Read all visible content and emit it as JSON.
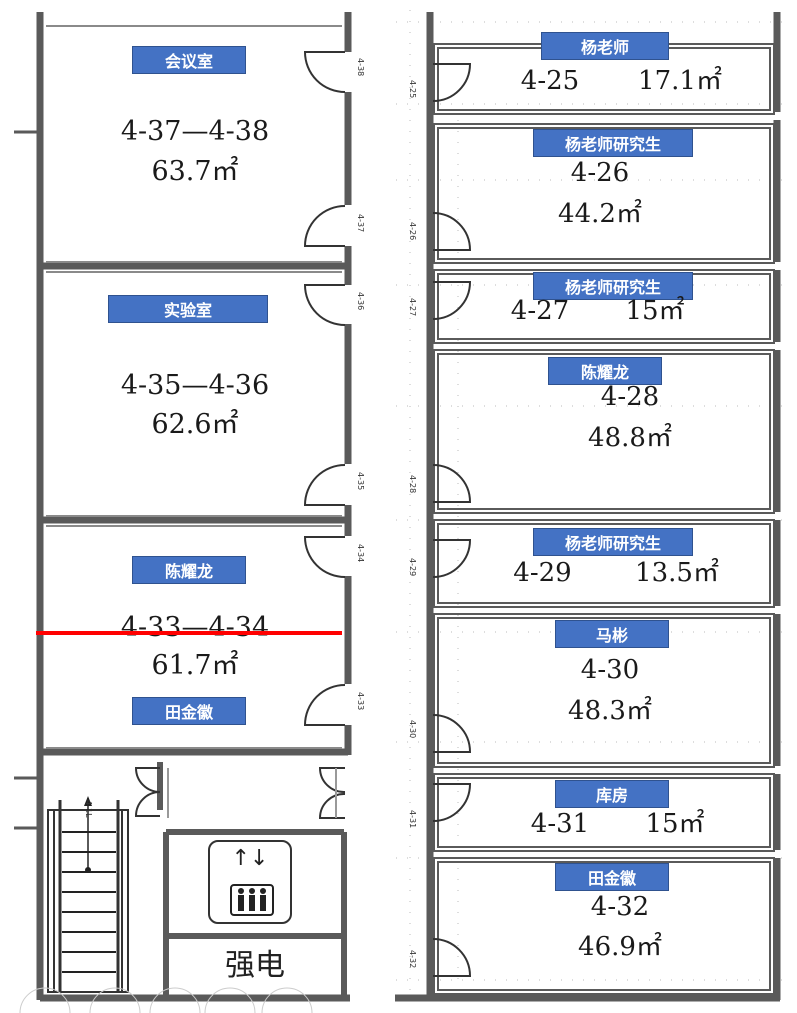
{
  "colors": {
    "wall": "#5a5a5a",
    "tag": "#4472c4",
    "red_line": "#ff0000"
  },
  "left_rooms": [
    {
      "tag": "会议室",
      "number": "4-37—4-38",
      "area": "63.7㎡",
      "door_marks": [
        "4-38",
        "4-37"
      ]
    },
    {
      "tag": "实验室",
      "number": "4-35—4-36",
      "area": "62.6㎡",
      "door_marks": [
        "4-36",
        "4-35"
      ]
    },
    {
      "tag": "陈耀龙",
      "tag2": "田金徽",
      "number": "4-33—4-34",
      "area": "61.7㎡",
      "door_marks": [
        "4-34",
        "4-33"
      ]
    }
  ],
  "right_rooms": [
    {
      "tag": "杨老师",
      "number": "4-25",
      "area": "17.1㎡",
      "door": "4-25"
    },
    {
      "tag": "杨老师研究生",
      "number": "4-26",
      "area": "44.2㎡",
      "door": "4-26"
    },
    {
      "tag": "杨老师研究生",
      "number": "4-27",
      "area": "15㎡",
      "door": "4-27"
    },
    {
      "tag": "陈耀龙",
      "number": "4-28",
      "area": "48.8㎡",
      "door": "4-28"
    },
    {
      "tag": "杨老师研究生",
      "number": "4-29",
      "area": "13.5㎡",
      "door": "4-29"
    },
    {
      "tag": "马彬",
      "number": "4-30",
      "area": "48.3㎡",
      "door": "4-30"
    },
    {
      "tag": "库房",
      "number": "4-31",
      "area": "15㎡",
      "door": "4-31"
    },
    {
      "tag": "田金徽",
      "number": "4-32",
      "area": "46.9㎡",
      "door": "4-32"
    }
  ],
  "stairs_label": "4-1L",
  "elevator": {
    "arrows": "↑↓",
    "icon": "elevator-people-icon"
  },
  "power_room": "强电"
}
